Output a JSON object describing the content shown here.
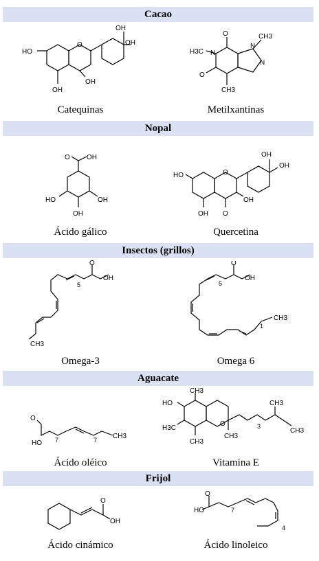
{
  "sections": [
    {
      "title": "Cacao",
      "items": [
        {
          "name": "Catequinas",
          "icon": "catechin-structure-icon"
        },
        {
          "name": "Metilxantinas",
          "icon": "methylxanthine-structure-icon"
        }
      ]
    },
    {
      "title": "Nopal",
      "items": [
        {
          "name": "Ácido gálico",
          "icon": "gallic-acid-structure-icon"
        },
        {
          "name": "Quercetina",
          "icon": "quercetin-structure-icon"
        }
      ]
    },
    {
      "title": "Insectos (grillos)",
      "items": [
        {
          "name": "Omega-3",
          "icon": "omega3-structure-icon"
        },
        {
          "name": "Omega 6",
          "icon": "omega6-structure-icon"
        }
      ]
    },
    {
      "title": "Aguacate",
      "items": [
        {
          "name": "Ácido oléico",
          "icon": "oleic-acid-structure-icon"
        },
        {
          "name": "Vitamina E",
          "icon": "vitamin-e-structure-icon"
        }
      ]
    },
    {
      "title": "Frijol",
      "items": [
        {
          "name": "Ácido cinámico",
          "icon": "cinnamic-acid-structure-icon"
        },
        {
          "name": "Ácido linoleico",
          "icon": "linoleic-acid-structure-icon"
        }
      ]
    }
  ],
  "labels": {
    "oh": "OH",
    "ho": "HO",
    "o": "O",
    "n": "N",
    "h3c": "H3C",
    "ch3": "CH3",
    "sub5": "5",
    "sub7": "7",
    "sub4": "4",
    "sub1": "1",
    "sub3": "3"
  },
  "colors": {
    "header_bg": "#d9e1f2",
    "text": "#000000"
  }
}
